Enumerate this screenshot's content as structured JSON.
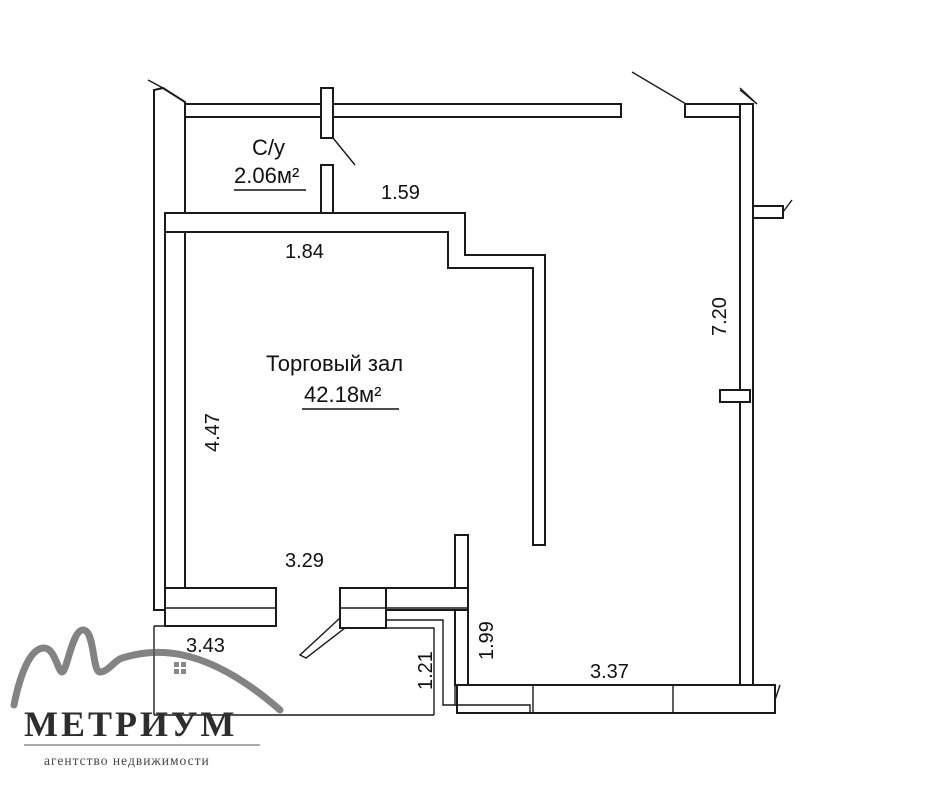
{
  "rooms": {
    "bathroom": {
      "name": "С/у",
      "area": "2.06м²"
    },
    "hall": {
      "name": "Торговый зал",
      "area": "42.18м²"
    }
  },
  "dimensions": {
    "d159": "1.59",
    "d184": "1.84",
    "d720": "7.20",
    "d447": "4.47",
    "d329": "3.29",
    "d343": "3.43",
    "d199": "1.99",
    "d121": "1.21",
    "d337": "3.37"
  },
  "logo": {
    "name": "МЕТРИУМ",
    "tagline": "агентство недвижимости",
    "color": "#5a5a5a"
  }
}
